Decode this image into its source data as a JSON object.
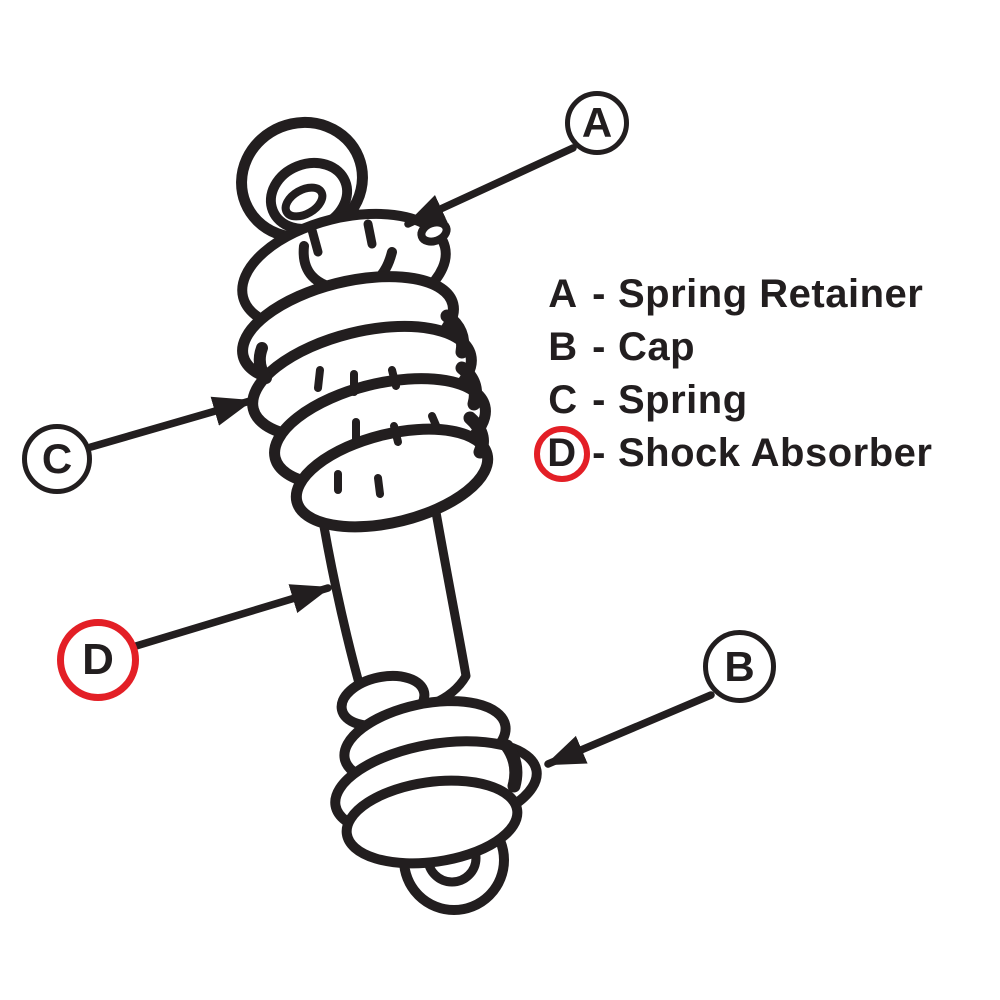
{
  "diagram": {
    "subject": "shock-absorber-parts-diagram",
    "colors": {
      "line": "#221e1f",
      "highlight_red": "#e31f26",
      "background": "#ffffff"
    }
  },
  "callouts": [
    {
      "letter": "A",
      "highlighted": false
    },
    {
      "letter": "B",
      "highlighted": false
    },
    {
      "letter": "C",
      "highlighted": false
    },
    {
      "letter": "D",
      "highlighted": true
    }
  ],
  "legend": {
    "items": [
      {
        "letter": "A",
        "separator": "-",
        "name": "Spring Retainer",
        "highlighted": false
      },
      {
        "letter": "B",
        "separator": "-",
        "name": "Cap",
        "highlighted": false
      },
      {
        "letter": "C",
        "separator": "-",
        "name": "Spring",
        "highlighted": false
      },
      {
        "letter": "D",
        "separator": "-",
        "name": "Shock Absorber",
        "highlighted": true
      }
    ]
  }
}
